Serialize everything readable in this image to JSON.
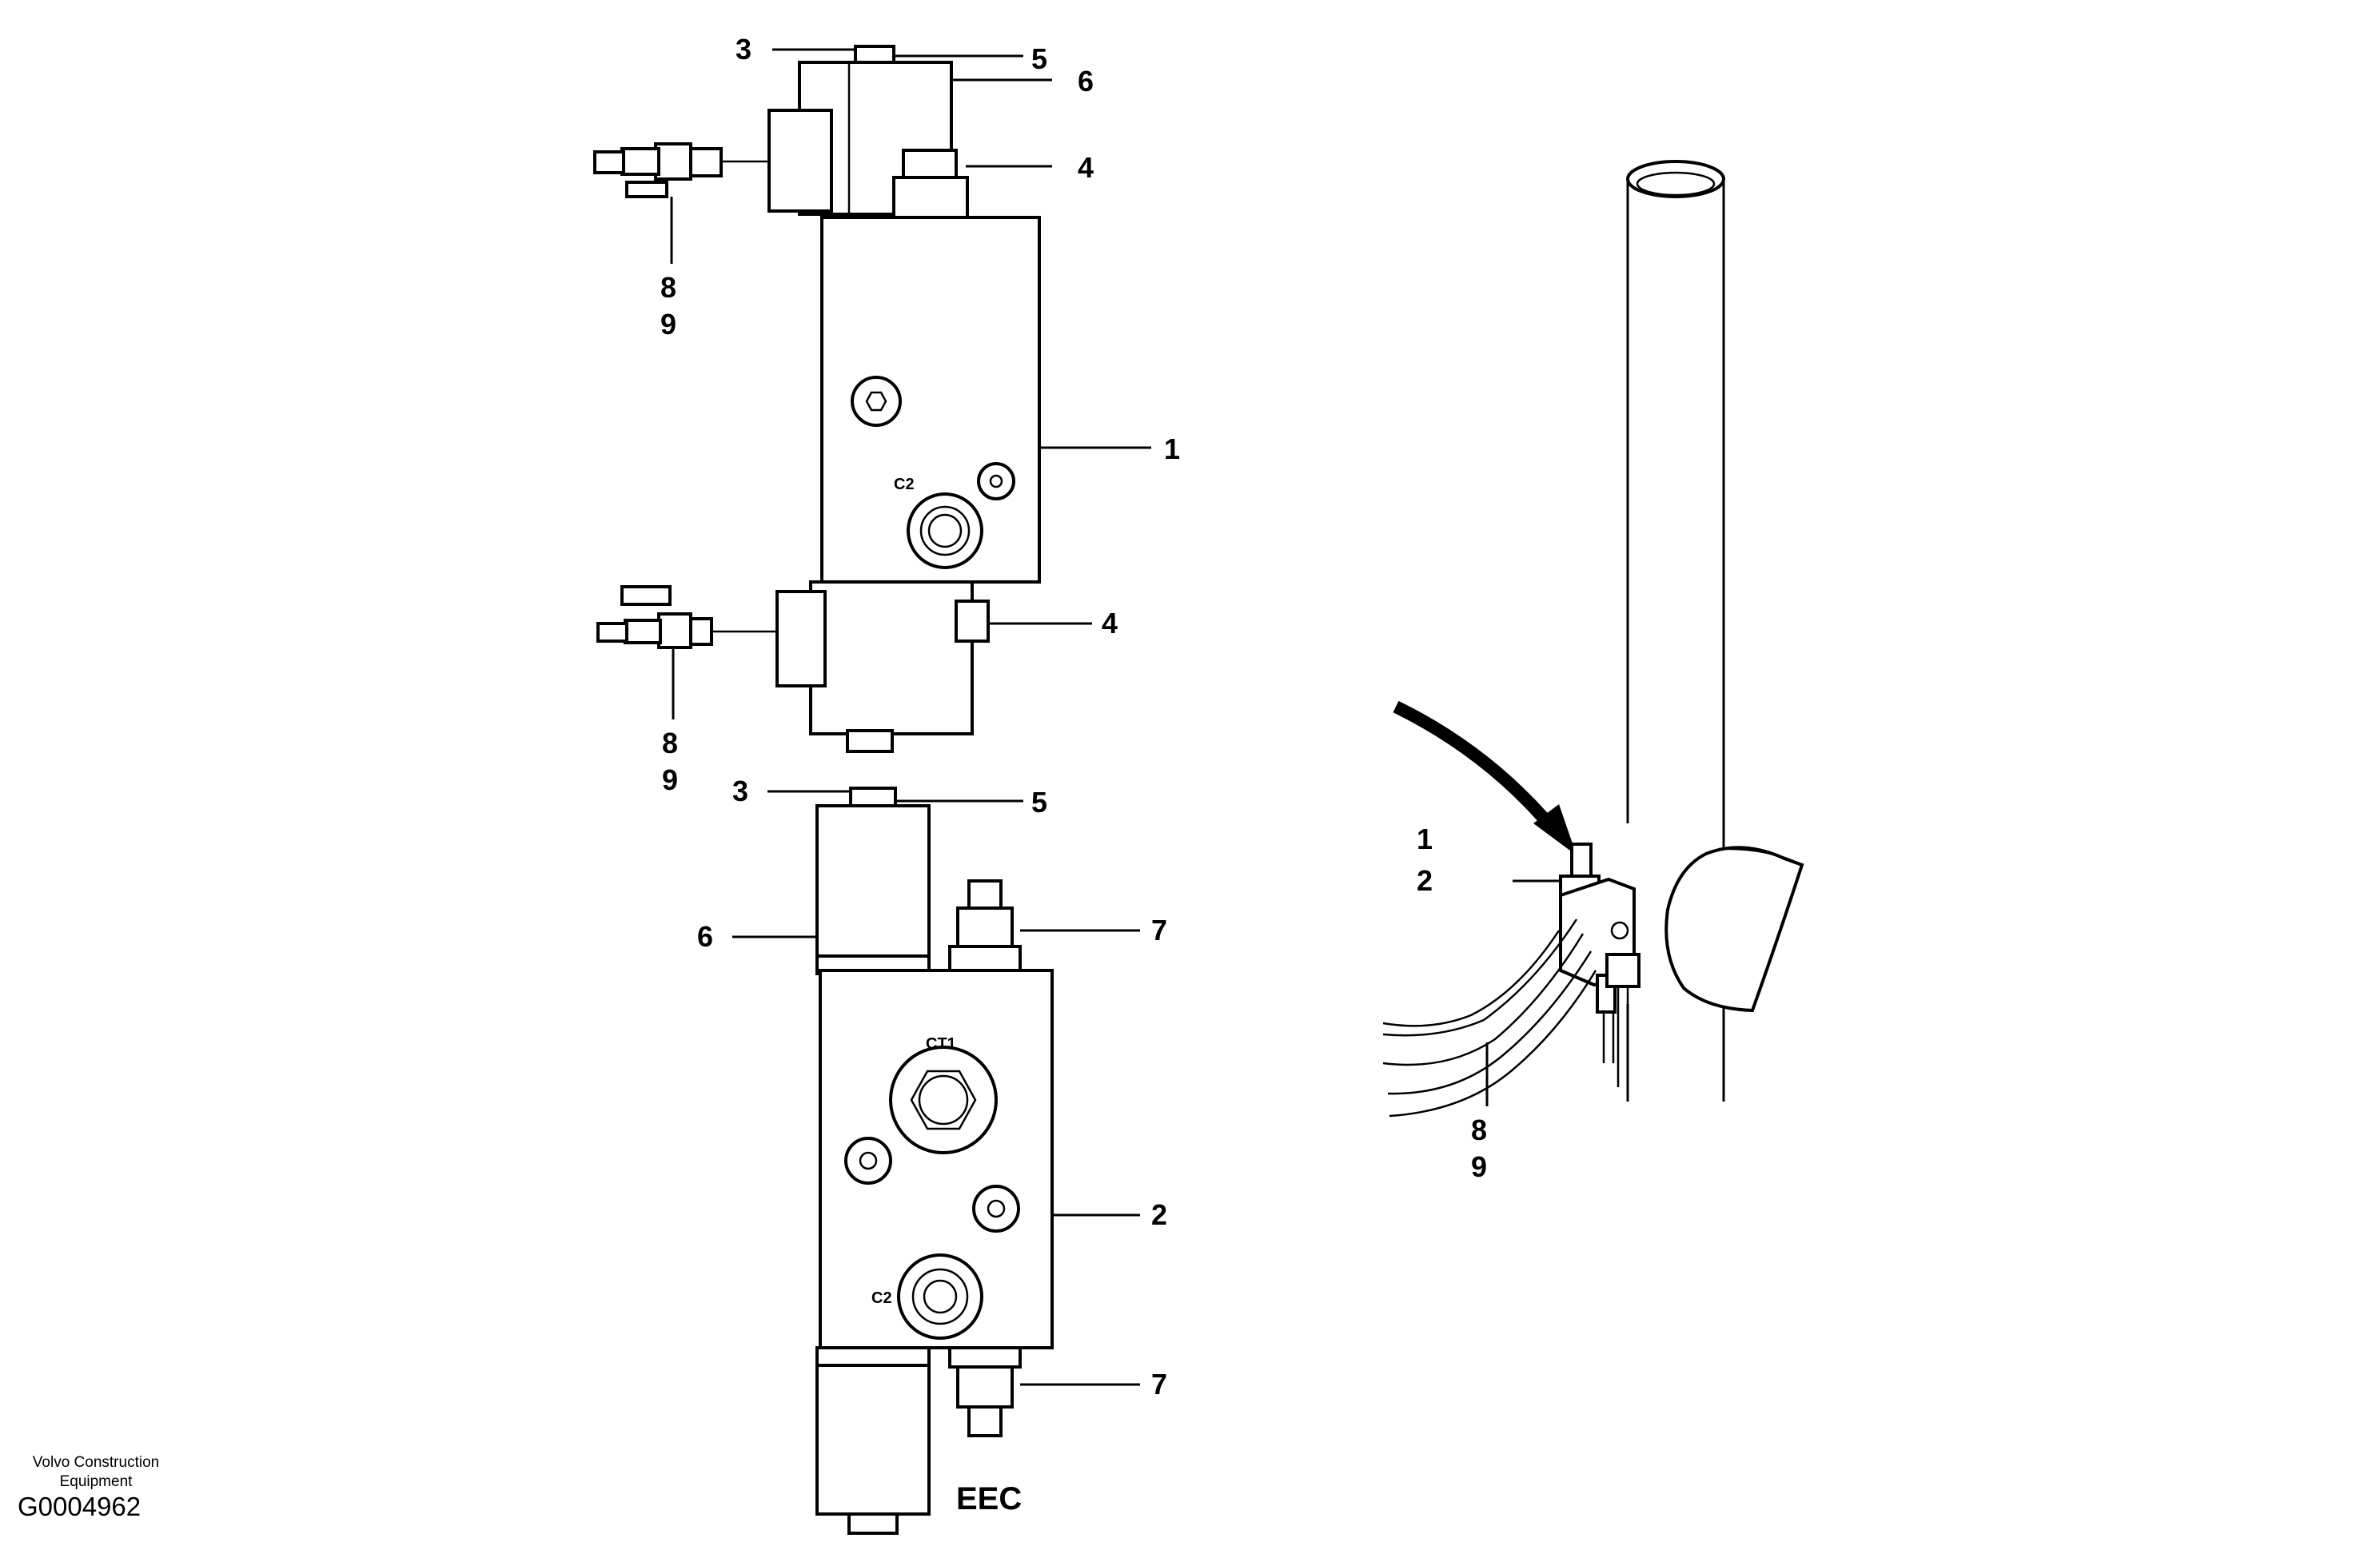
{
  "labels": {
    "n1": "1",
    "n2": "2",
    "n3": "3",
    "n4": "4",
    "n5": "5",
    "n6": "6",
    "n7": "7",
    "n8": "8",
    "n9": "9"
  },
  "ports": {
    "c2": "C2",
    "ct1": "CT1"
  },
  "variant": "EEC",
  "footer": {
    "credit_line1": "Volvo Construction",
    "credit_line2": "Equipment",
    "drawing_id": "G0004962"
  }
}
